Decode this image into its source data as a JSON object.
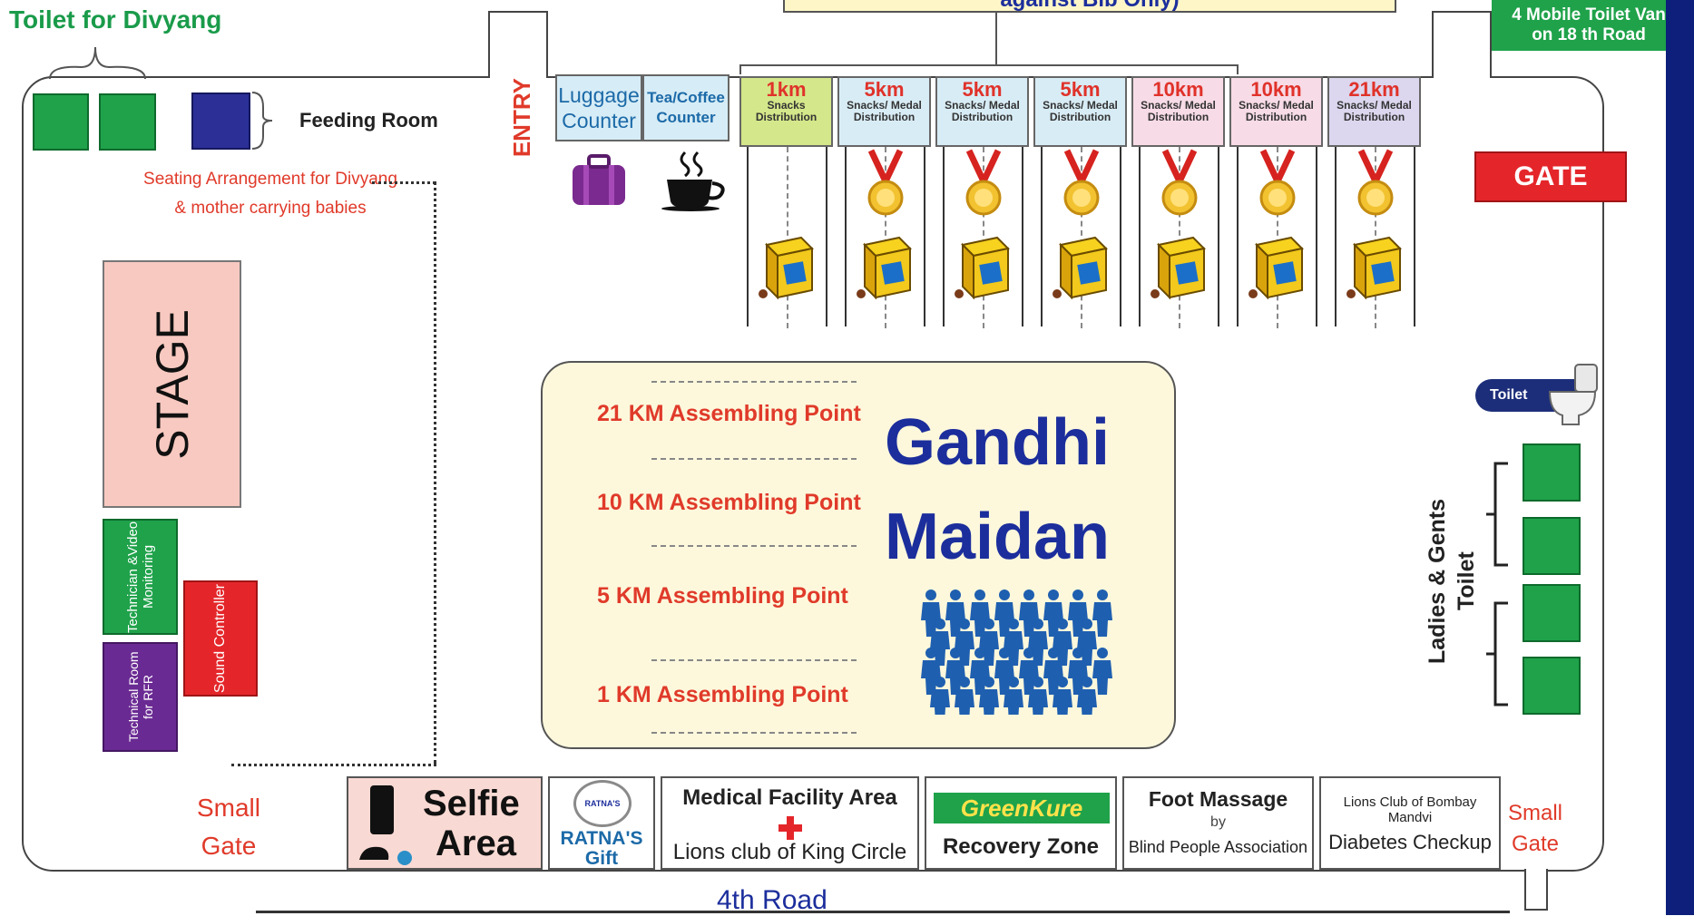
{
  "top": {
    "toilet_divyang": "Toilet for Divyang",
    "feeding_room": "Feeding Room",
    "seating_line1": "Seating Arrangement for Divyang",
    "seating_line2": "& mother carrying babies",
    "entry": "ENTRY",
    "luggage": "Luggage Counter",
    "tea": "Tea/Coffee Counter",
    "banner_partial": "against Bib Only)",
    "mobile_toilet_line1": "4 Mobile Toilet Van",
    "mobile_toilet_line2": "on 18 th Road",
    "gate": "GATE"
  },
  "distribution": [
    {
      "km": "1km",
      "sub": "Snacks Distribution",
      "bg": "#d4e78a"
    },
    {
      "km": "5km",
      "sub": "Snacks/ Medal Distribution",
      "bg": "#d8ecf5"
    },
    {
      "km": "5km",
      "sub": "Snacks/ Medal Distribution",
      "bg": "#d8ecf5"
    },
    {
      "km": "5km",
      "sub": "Snacks/ Medal Distribution",
      "bg": "#d8ecf5"
    },
    {
      "km": "10km",
      "sub": "Snacks/ Medal Distribution",
      "bg": "#f7dbe6"
    },
    {
      "km": "10km",
      "sub": "Snacks/ Medal Distribution",
      "bg": "#f7dbe6"
    },
    {
      "km": "21km",
      "sub": "Snacks/ Medal Distribution",
      "bg": "#dcd6ee"
    }
  ],
  "left": {
    "stage": "STAGE",
    "technician": "Technician &Video Monitoring",
    "sound": "Sound Controller",
    "technical_room": "Technical Room for RFR"
  },
  "center": {
    "title_line1": "Gandhi",
    "title_line2": "Maidan",
    "points": [
      "21 KM Assembling Point",
      "10 KM Assembling Point",
      "5 KM Assembling Point",
      "1 KM Assembling Point"
    ]
  },
  "right": {
    "toilet_badge": "Toilet",
    "ladies_gents": "Ladies & Gents Toilet"
  },
  "bottom": {
    "small_gate_left_1": "Small",
    "small_gate_left_2": "Gate",
    "selfie_1": "Selfie",
    "selfie_2": "Area",
    "ratnas_logo": "RATNA'S",
    "ratnas_1": "RATNA'S",
    "ratnas_2": "Gift",
    "medical_1": "Medical Facility Area",
    "medical_2": "Lions club of King Circle",
    "greenkure_logo": "GreenKure",
    "recovery": "Recovery Zone",
    "foot_1": "Foot Massage",
    "foot_2": "by",
    "foot_3": "Blind People Association",
    "lions_1": "Lions Club of Bombay Mandvi",
    "lions_2": "Diabetes Checkup",
    "small_gate_right_1": "Small",
    "small_gate_right_2": "Gate",
    "road": "4th Road"
  },
  "colors": {
    "accent_red": "#e03a2a",
    "green": "#1fa24a",
    "navy": "#2b2f96",
    "title_blue": "#1c2e9c",
    "assembly_bg": "#fdf8dc"
  }
}
